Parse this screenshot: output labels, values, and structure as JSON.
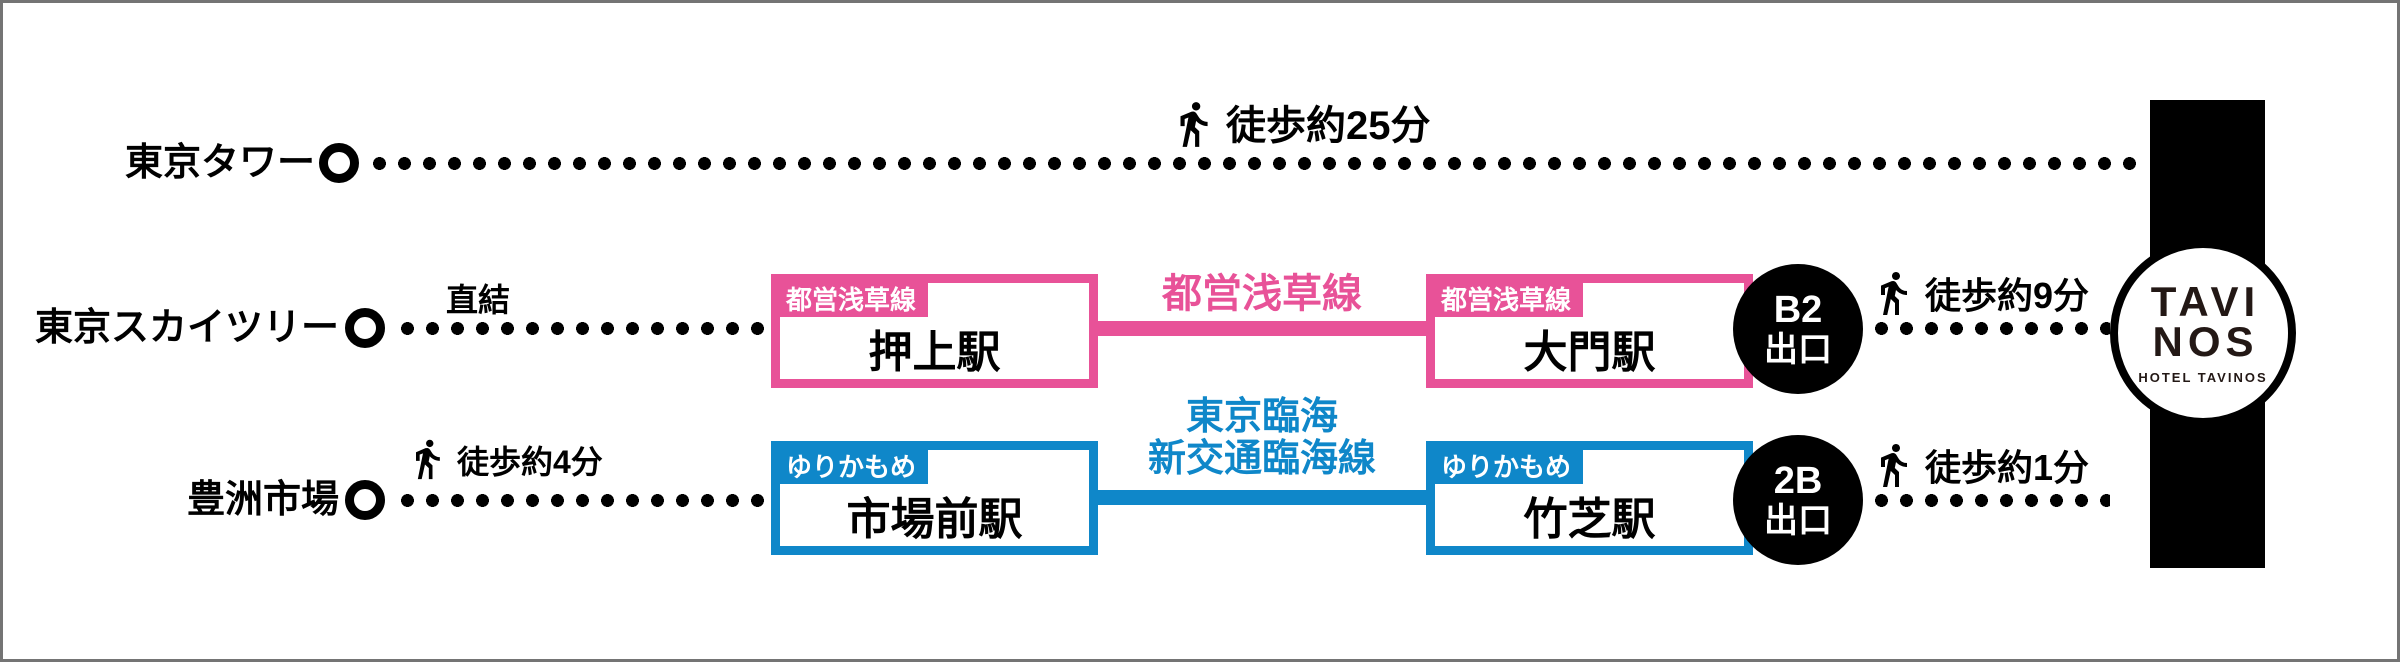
{
  "colors": {
    "asakusa_line_pink": "#E85298",
    "yurikamome_blue": "#0F87C9",
    "route_black": "#000000",
    "frame_gray": "#747474",
    "logo_dark": "#231815"
  },
  "hotel": {
    "logo_lines": [
      "TAVI",
      "NOS"
    ],
    "logo_subtitle": "HOTEL TAVINOS"
  },
  "routes": [
    {
      "origin": "東京タワー",
      "walk_label": "徒歩約25分"
    },
    {
      "origin": "東京スカイツリー",
      "connection_label": "直結",
      "from_station": {
        "badge": "都営浅草線",
        "name": "押上駅"
      },
      "line_label": "都営浅草線",
      "to_station": {
        "badge": "都営浅草線",
        "name": "大門駅"
      },
      "exit": {
        "code": "B2",
        "word": "出口"
      },
      "walk_label": "徒歩約9分"
    },
    {
      "origin": "豊洲市場",
      "walk_to_station_label": "徒歩約4分",
      "from_station": {
        "badge": "ゆりかもめ",
        "name": "市場前駅"
      },
      "line_label_lines": [
        "東京臨海",
        "新交通臨海線"
      ],
      "to_station": {
        "badge": "ゆりかもめ",
        "name": "竹芝駅"
      },
      "exit": {
        "code": "2B",
        "word": "出口"
      },
      "walk_label": "徒歩約1分"
    }
  ]
}
